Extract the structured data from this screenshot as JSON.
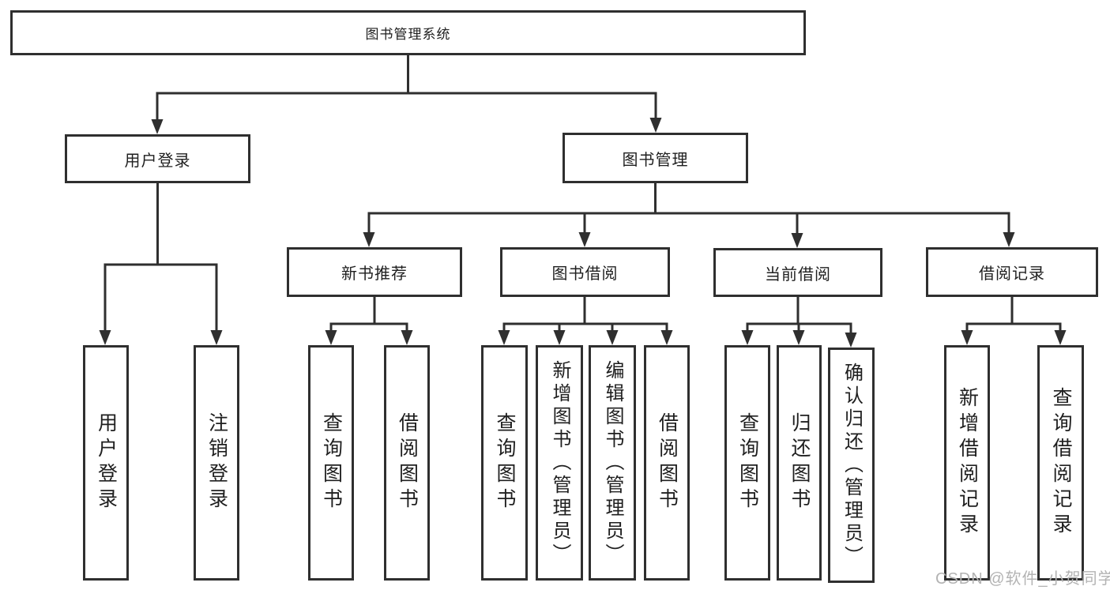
{
  "diagram": {
    "watermark": "CSDN @软件_小贺同学",
    "colors": {
      "line": "#2f2f2f",
      "text": "#1f1f1f",
      "watermark": "#b3b3b3",
      "background": "#ffffff"
    },
    "tree": {
      "label": "图书管理系统",
      "children": [
        {
          "label": "用户登录",
          "children": [
            {
              "label": "用户登录"
            },
            {
              "label": "注销登录"
            }
          ]
        },
        {
          "label": "图书管理",
          "children": [
            {
              "label": "新书推荐",
              "children": [
                {
                  "label": "查询图书"
                },
                {
                  "label": "借阅图书"
                }
              ]
            },
            {
              "label": "图书借阅",
              "children": [
                {
                  "label": "查询图书"
                },
                {
                  "label": "新增图书（管理员）"
                },
                {
                  "label": "编辑图书（管理员）"
                },
                {
                  "label": "借阅图书"
                }
              ]
            },
            {
              "label": "当前借阅",
              "children": [
                {
                  "label": "查询图书"
                },
                {
                  "label": "归还图书"
                },
                {
                  "label": "确认归还（管理员）"
                }
              ]
            },
            {
              "label": "借阅记录",
              "children": [
                {
                  "label": "新增借阅记录"
                },
                {
                  "label": "查询借阅记录"
                }
              ]
            }
          ]
        }
      ]
    }
  }
}
